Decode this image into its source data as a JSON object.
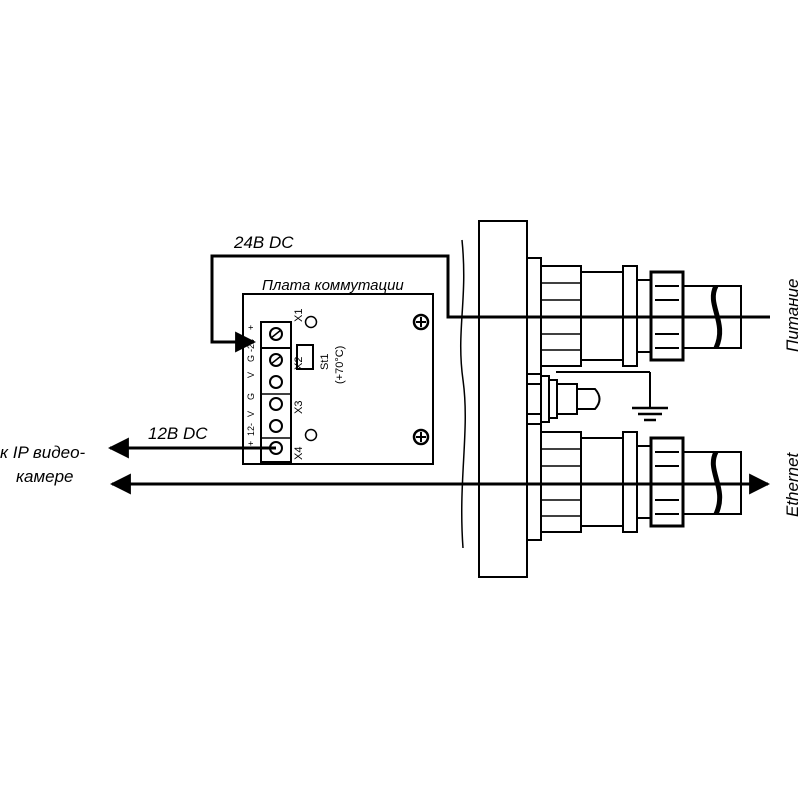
{
  "labels": {
    "v24": "24В DC",
    "board_title": "Плата коммутации",
    "v12": "12В DC",
    "camera_line1": "к IP видео-",
    "camera_line2": "камере",
    "power": "Питание",
    "ethernet": "Ethernet",
    "st1": "St1",
    "st1_temp": "(+70°C)",
    "x1": "X1",
    "x2": "X2",
    "x3": "X3",
    "x4": "X4"
  },
  "terminal_labels": [
    "+",
    "12-",
    "V",
    "G",
    "V",
    "G",
    "-24",
    "+"
  ]
}
